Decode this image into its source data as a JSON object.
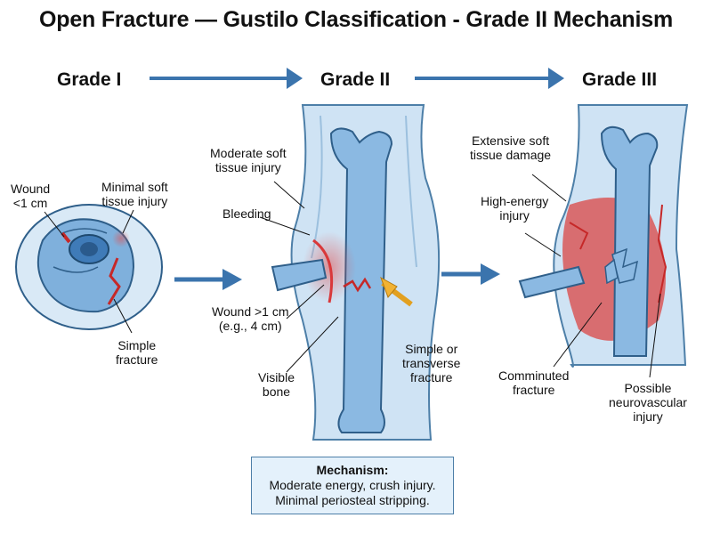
{
  "title": "Open Fracture — Gustilo Classification - Grade II Mechanism",
  "grades": [
    "Grade I",
    "Grade II",
    "Grade III"
  ],
  "grade1": {
    "wound": "Wound\n<1 cm",
    "soft_tissue": "Minimal soft\ntissue injury",
    "fracture": "Simple\nfracture"
  },
  "grade2": {
    "soft_tissue": "Moderate soft\ntissue injury",
    "bleeding": "Bleeding",
    "wound": "Wound >1 cm\n(e.g., 4 cm)",
    "bone": "Visible\nbone",
    "fracture": "Simple or\ntransverse\nfracture"
  },
  "grade3": {
    "soft_tissue": "Extensive soft\ntissue damage",
    "energy": "High-energy\ninjury",
    "fracture": "Comminuted\nfracture",
    "neuro": "Possible\nneurovascular\ninjury"
  },
  "mechanism": {
    "heading": "Mechanism:",
    "line1": "Moderate energy, crush injury.",
    "line2": "Minimal periosteal stripping."
  },
  "colors": {
    "bone": "#7fb0dc",
    "bone_dark": "#3a6f9f",
    "tissue": "#cfe3f4",
    "blood": "#d9383a",
    "arrow": "#3b74ad",
    "pointer": "#f2b233"
  }
}
